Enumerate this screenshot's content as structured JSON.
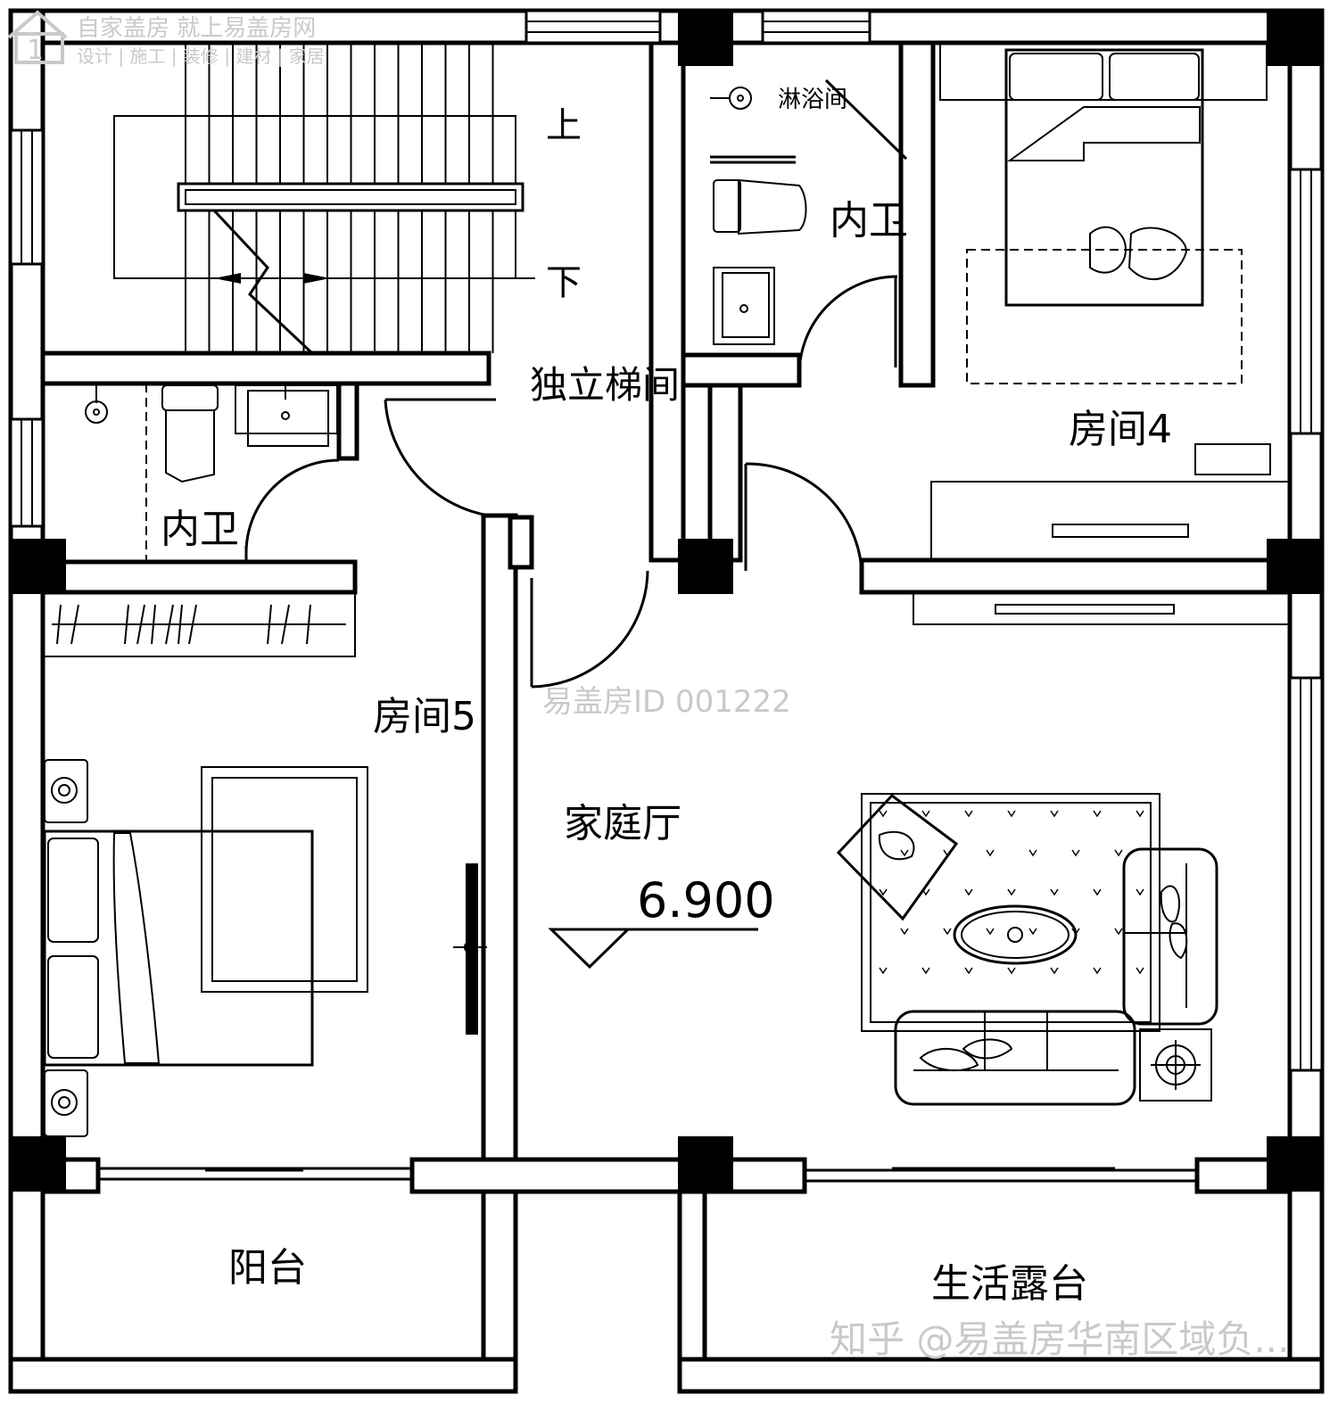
{
  "watermark": {
    "brand_line": "自家盖房 就上易盖房网",
    "services_line": "设计 | 施工 | 装修 | 建材 | 家居",
    "center_id": "易盖房ID 001222",
    "footer": "知乎 @易盖房华南区域负..."
  },
  "rooms": {
    "stair_up": "上",
    "stair_down": "下",
    "stair_hall": "独立梯间",
    "shower_room": "淋浴间",
    "bath_right": "内卫",
    "bath_left": "内卫",
    "room4": "房间4",
    "room5": "房间5",
    "family_hall": "家庭厅",
    "balcony": "阳台",
    "terrace": "生活露台"
  },
  "level_mark": "6.900",
  "colors": {
    "line": "#000000",
    "watermark": "#c9c9c9",
    "background": "#ffffff"
  }
}
